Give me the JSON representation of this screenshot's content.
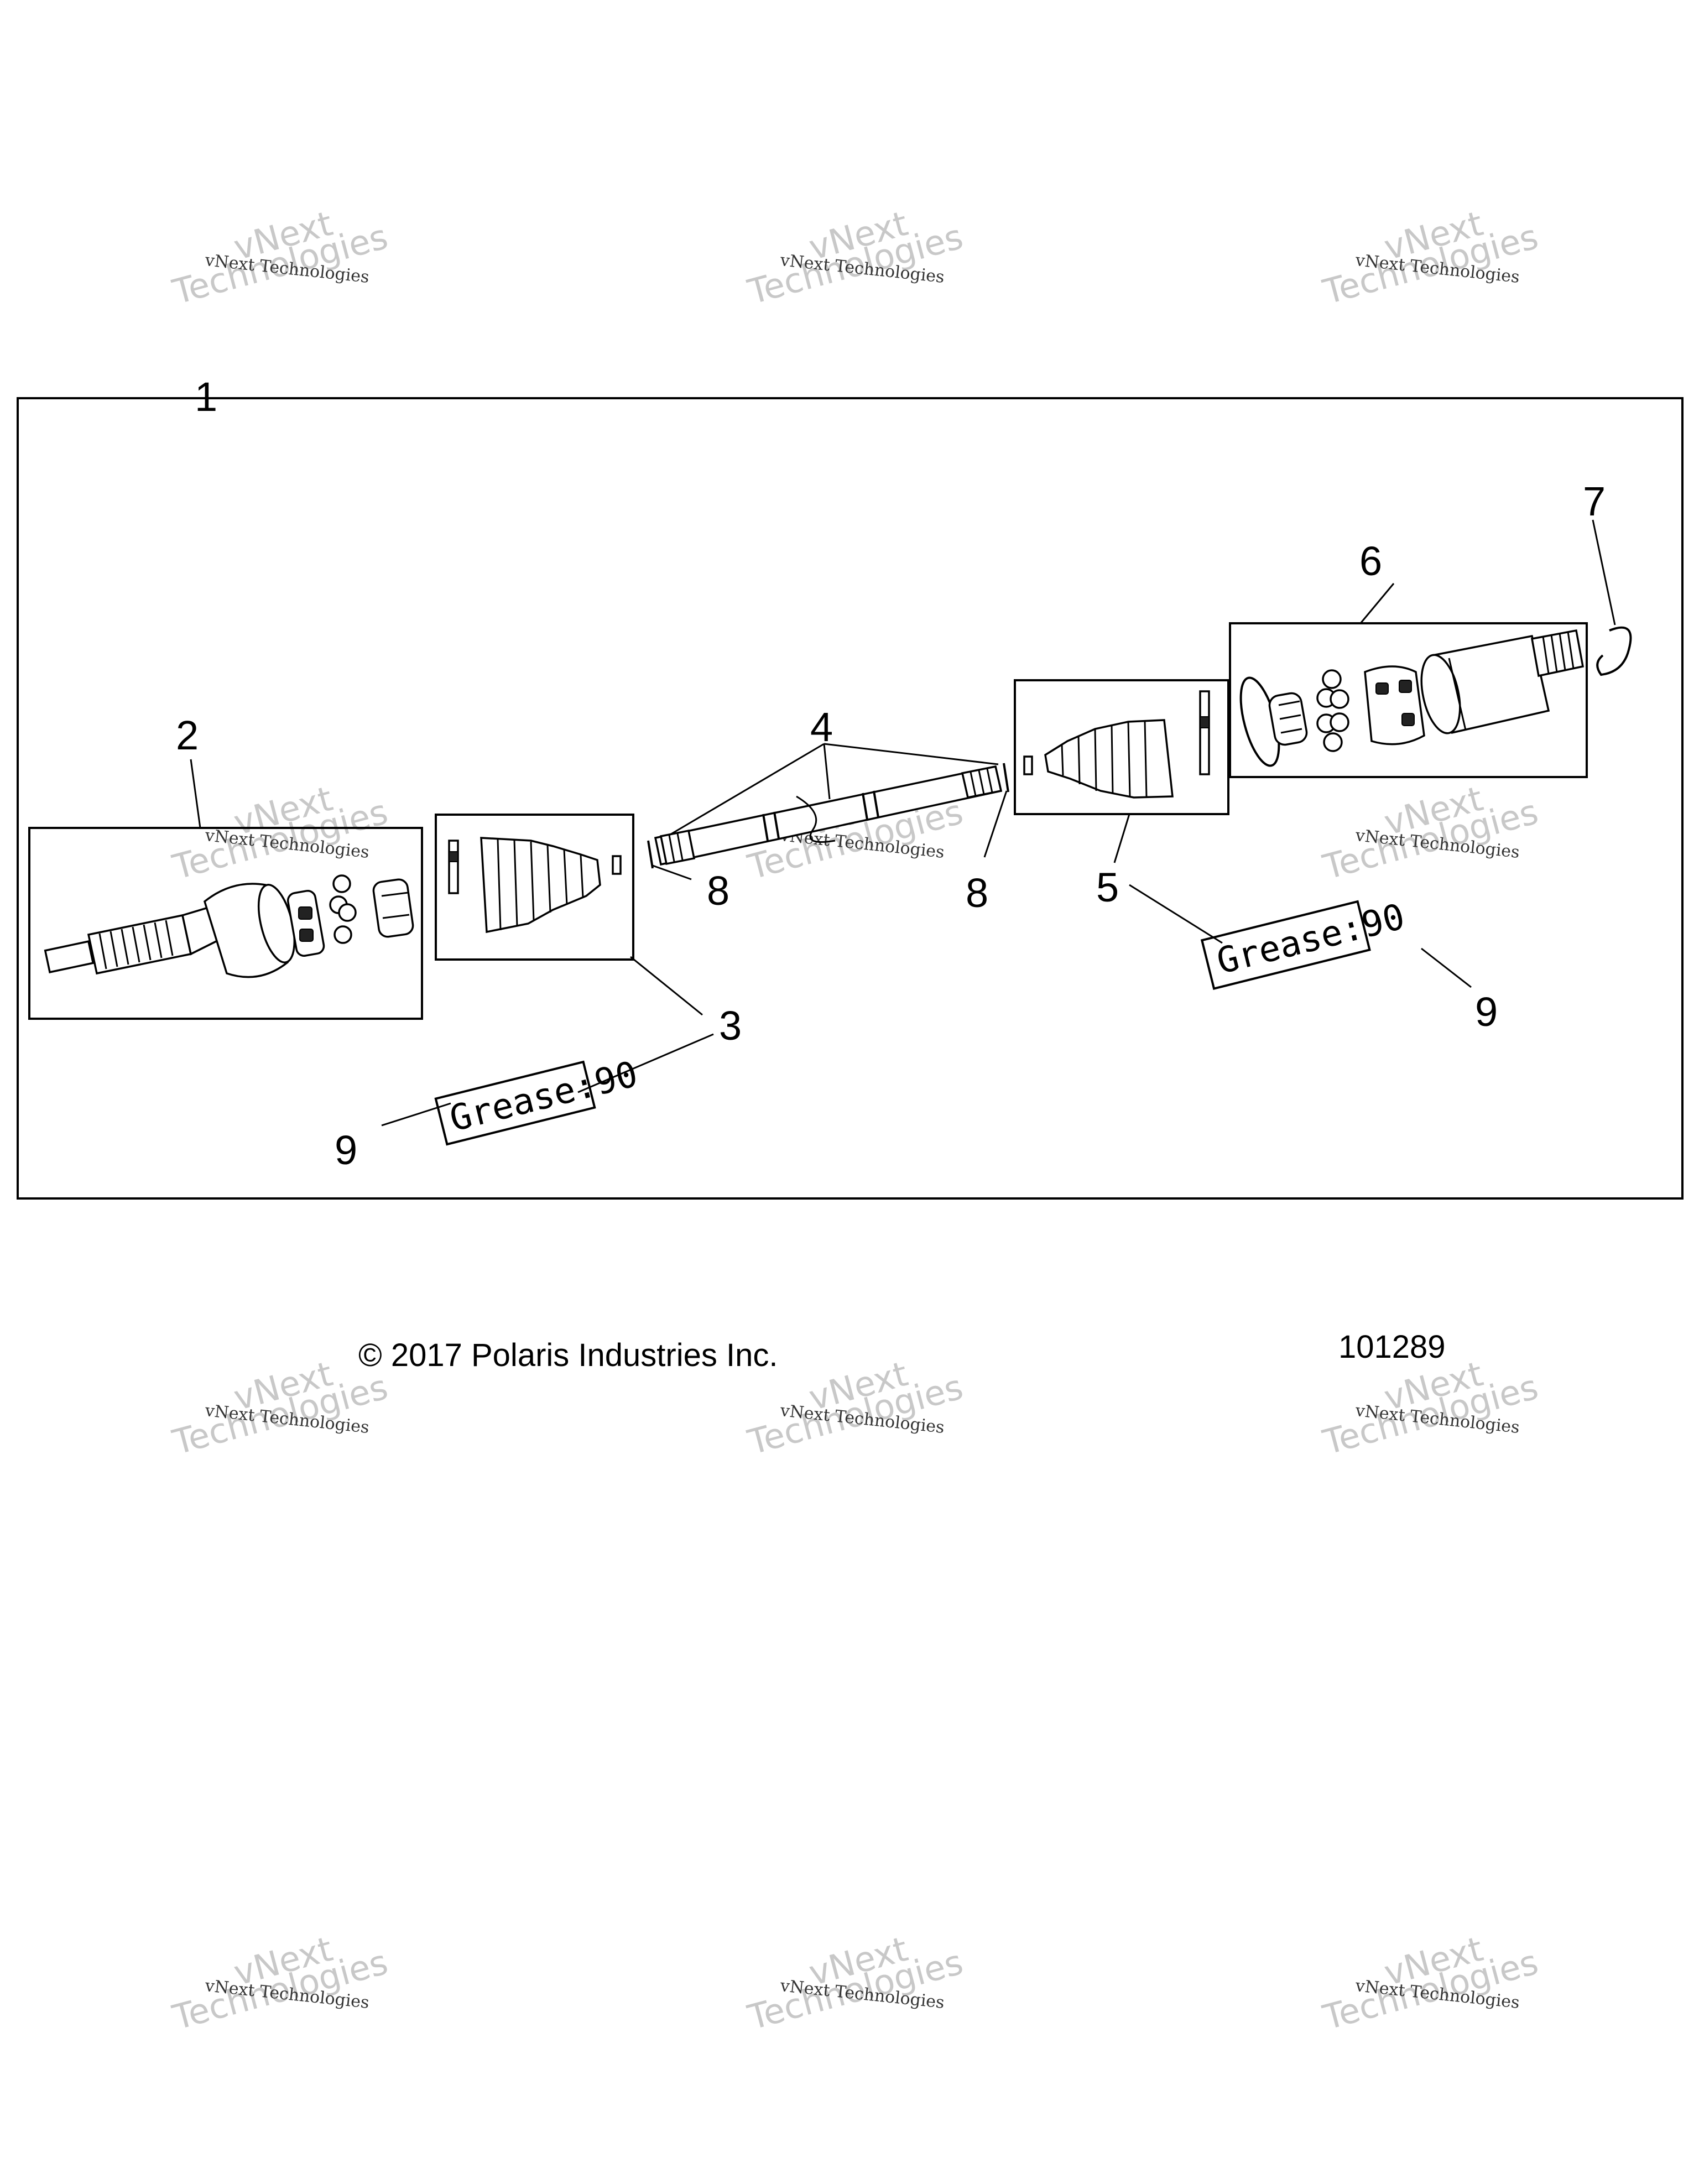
{
  "callouts": {
    "c1": "1",
    "c2": "2",
    "c3": "3",
    "c4": "4",
    "c5": "5",
    "c6": "6",
    "c7": "7",
    "c8a": "8",
    "c8b": "8",
    "c9a": "9",
    "c9b": "9"
  },
  "grease_labels": {
    "left": "Grease:90",
    "right": "Grease:90"
  },
  "footer": {
    "copyright": "© 2017 Polaris Industries Inc.",
    "figure_number": "101289"
  },
  "watermark": {
    "small": "vNext Technologies",
    "big_top": "vNext",
    "big_bottom": "Technologies"
  }
}
